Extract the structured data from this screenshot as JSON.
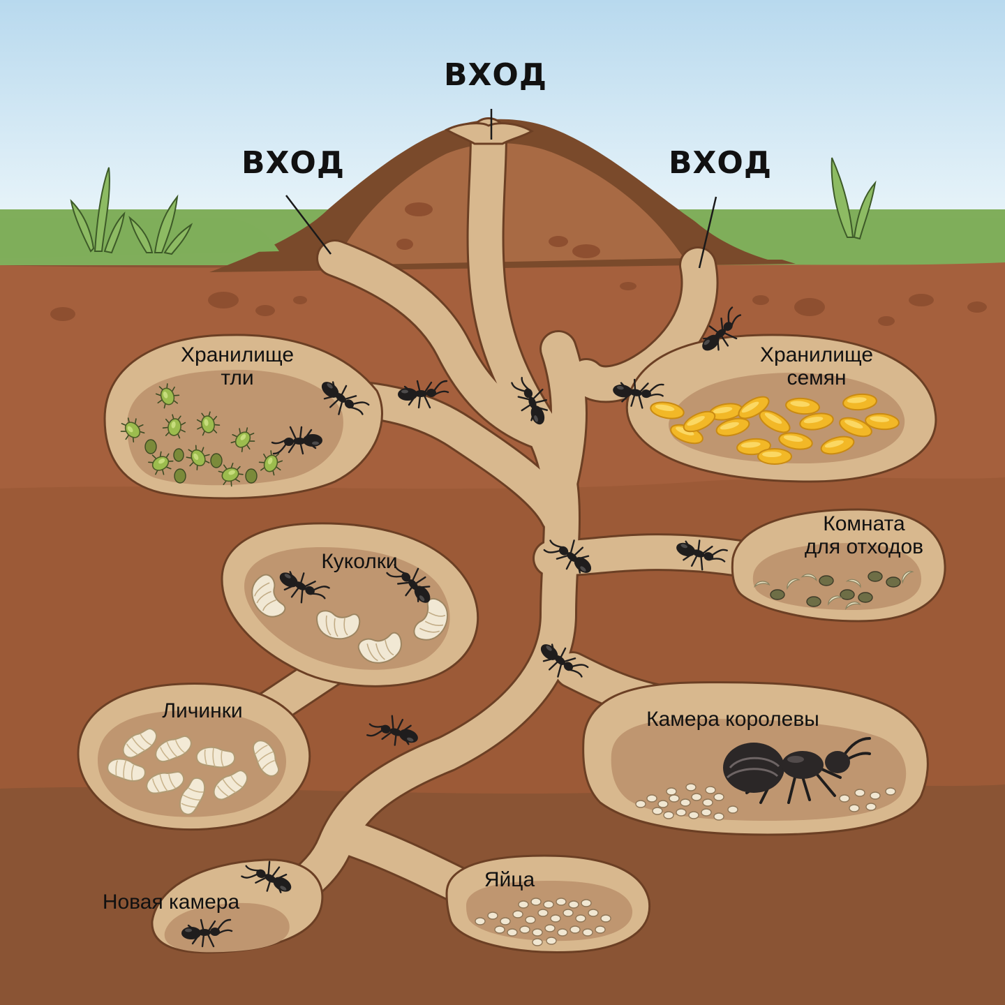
{
  "entrances": {
    "top": "ВХОД",
    "left": "ВХОД",
    "right": "ВХОД"
  },
  "chambers": {
    "aphid_storage": "Хранилище\nтли",
    "seed_storage": "Хранилище\nсемян",
    "pupae": "Куколки",
    "waste_room": "Комната\nдля отходов",
    "larvae": "Личинки",
    "queen_chamber": "Камера королевы",
    "new_chamber": "Новая камера",
    "eggs": "Яйца"
  },
  "colors": {
    "sky_top": "#bcdcef",
    "sky_bottom": "#eef7fb",
    "grass": "#7fae5a",
    "soil_top": "#a5603d",
    "soil_mid": "#9c5a37",
    "soil_deep": "#8a5434",
    "mound_dark": "#7a4a2b",
    "mound_mid": "#a86a44",
    "tunnel": "#d8b88e",
    "chamber_floor": "#bf9670",
    "outline": "#6b3f24",
    "ant": "#1f1d1d",
    "seed": "#f0b828",
    "aphid": "#8fb04a",
    "larva": "#f3ead6",
    "egg": "#f1e7d2"
  }
}
